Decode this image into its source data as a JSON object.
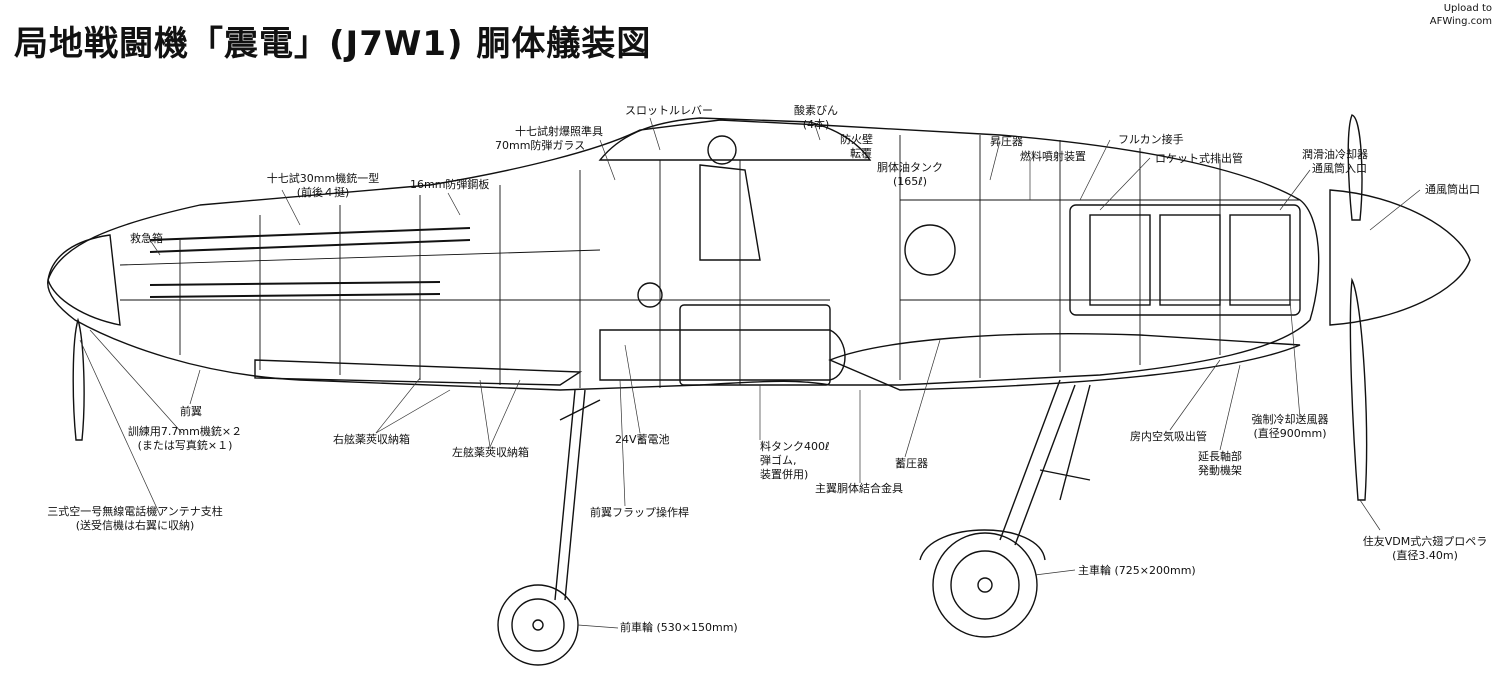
{
  "title": "局地戦闘機「震電」(J7W1) 胴体艤装図",
  "watermark": {
    "line1": "Upload to",
    "line2": "AFWing.com"
  },
  "labels": {
    "throttle_lever": "スロットルレバー",
    "oxygen_bottle": "酸素びん",
    "oxygen_bottle_count": "(4本)",
    "gunsight": "十七試射爆照準具",
    "bulletproof_glass": "70mm防弾ガラス",
    "fire_wall": "防火壁",
    "rollover": "転覆",
    "fuel_tank_small": "胴体油タンク",
    "fuel_tank_small_capacity": "(165ℓ)",
    "compressor": "昇圧器",
    "fuel_injector": "燃料噴射装置",
    "fulcan_joint": "フルカン接手",
    "rocket_exhaust": "ロケット式排出管",
    "oil_cooler": "潤滑油冷却器",
    "vent_inlet": "通風筒入口",
    "vent_outlet": "通風筒出口",
    "cannon": "十七試30mm機銃一型",
    "cannon_count": "(前後４挺)",
    "armor_plate": "16mm防弾鋼板",
    "first_aid": "救急箱",
    "canard": "前翼",
    "training_gun": "訓練用7.7mm機銃×２",
    "training_gun_alt": "(または写真銃×１)",
    "right_shell_box": "右舷薬莢収納箱",
    "left_shell_box": "左舷薬莢収納箱",
    "battery": "24V蓄電池",
    "fuel_tank": "料タンク400ℓ",
    "fuel_tank_rubber": "弾ゴム,",
    "fuel_tank_note": "装置併用)",
    "accumulator": "蓄圧器",
    "wing_fitting": "主翼胴体結合金具",
    "cabin_air_intake": "房内空気吸出管",
    "extension_shaft": "延長軸部",
    "engine_mount": "発動機架",
    "cooling_fan": "強制冷却送風器",
    "cooling_fan_size": "(直径900mm)",
    "radio_mast": "三式空一号無線電話機アンテナ支柱",
    "radio_note": "(送受信機は右翼に収納)",
    "canard_flap_rod": "前翼フラップ操作桿",
    "main_wheel": "主車輪 (725×200mm)",
    "nose_wheel": "前車輪 (530×150mm)",
    "propeller": "住友VDM式六翅プロペラ",
    "propeller_size": "(直径3.40m)"
  }
}
